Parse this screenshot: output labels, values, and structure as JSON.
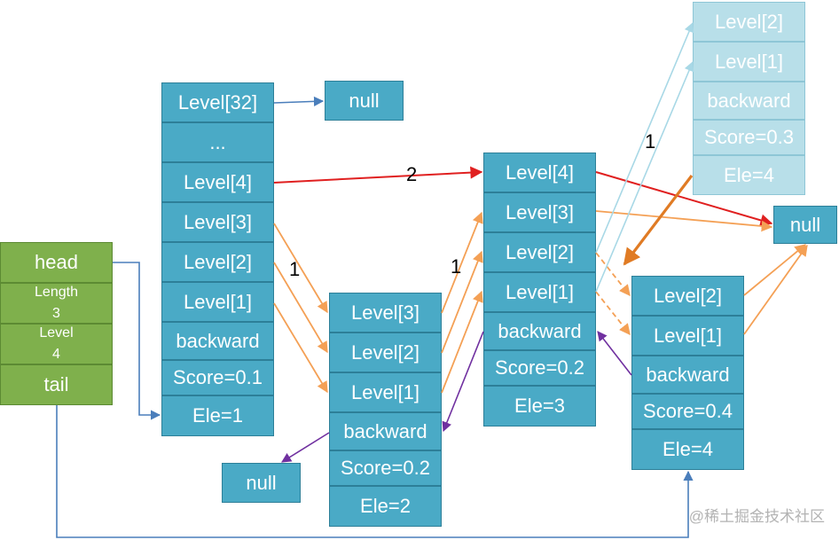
{
  "nodes": {
    "header": {
      "levels": [
        "Level[32]",
        "...",
        "Level[4]",
        "Level[3]",
        "Level[2]",
        "Level[1]"
      ],
      "backward": "backward",
      "score": "Score=0.1",
      "ele": "Ele=1"
    },
    "node2": {
      "levels": [
        "Level[3]",
        "Level[2]",
        "Level[1]"
      ],
      "backward": "backward",
      "score": "Score=0.2",
      "ele": "Ele=2"
    },
    "node3": {
      "levels": [
        "Level[4]",
        "Level[3]",
        "Level[2]",
        "Level[1]"
      ],
      "backward": "backward",
      "score": "Score=0.2",
      "ele": "Ele=3"
    },
    "node4": {
      "levels": [
        "Level[2]",
        "Level[1]"
      ],
      "backward": "backward",
      "score": "Score=0.4",
      "ele": "Ele=4"
    },
    "node_new": {
      "levels": [
        "Level[2]",
        "Level[1]"
      ],
      "backward": "backward",
      "score": "Score=0.3",
      "ele": "Ele=4"
    }
  },
  "nulls": {
    "top": "null",
    "bottom": "null",
    "right": "null"
  },
  "list_struct": {
    "head": "head",
    "length_label": "Length",
    "length_value": "3",
    "level_label": "Level",
    "level_value": "4",
    "tail": "tail"
  },
  "weights": {
    "header_l4": "2",
    "header_l3": "1",
    "node2_l3": "1",
    "new_node": "1"
  },
  "watermark": "@稀土掘金技术社区",
  "colors": {
    "cell": "#4aaac6",
    "ghost": "#b8dfe9",
    "green": "#7fb04c",
    "red": "#e02020",
    "orange": "#f4a055",
    "blue": "#4a7ebb",
    "purple": "#7030a0",
    "dark_orange": "#e07b24",
    "light_blue": "#a8d8e6"
  }
}
